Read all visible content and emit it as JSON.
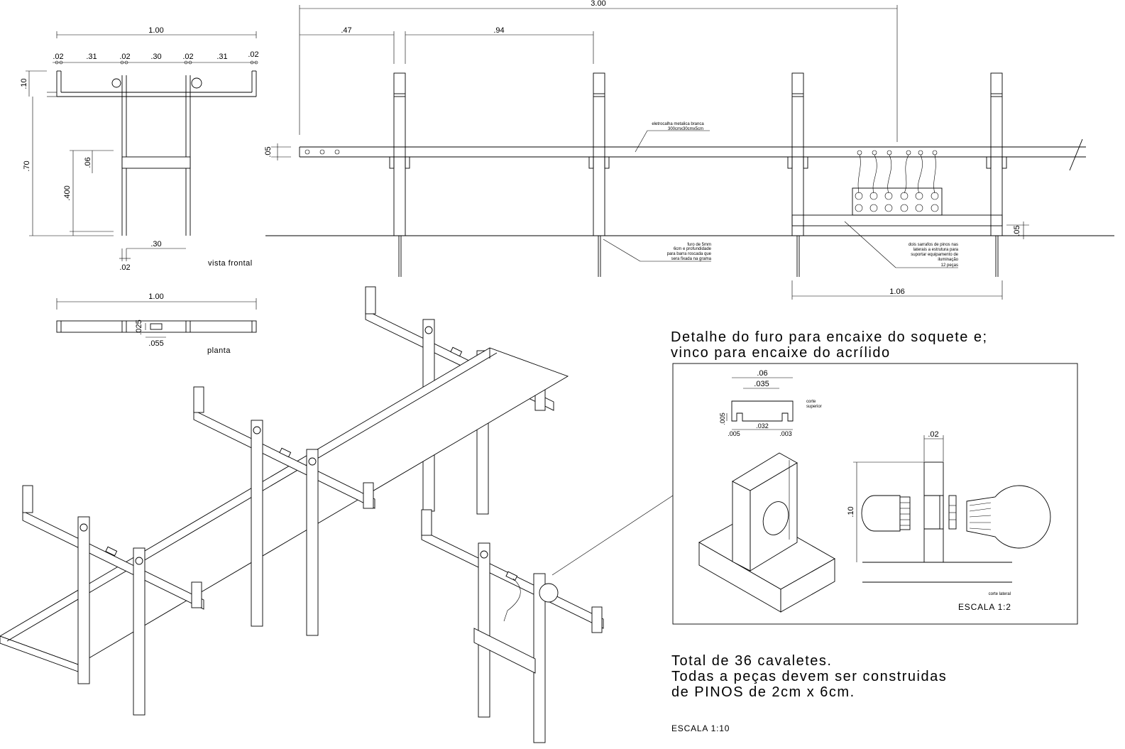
{
  "front_view": {
    "title": "vista frontal",
    "dim_total_width": "1.00",
    "dim_segments": [
      ".02",
      ".31",
      ".02",
      ".30",
      ".02",
      ".31",
      ".02"
    ],
    "dim_top_height": ".10",
    "dim_height": ".70",
    "dim_inner_height": ".400",
    "dim_crossbar": ".06",
    "dim_leg_spacing": ".30",
    "dim_leg_thickness": ".02"
  },
  "plan_view": {
    "title": "planta",
    "dim_width": "1.00",
    "dim_hole_depth": ".025",
    "dim_hole_width": ".055"
  },
  "side_view": {
    "dim_total": "3.00",
    "dim_first_span": ".47",
    "dim_second_span": ".94",
    "dim_tray_height": ".05",
    "dim_base_span": "1.06",
    "dim_shelf_height": ".05",
    "note_tray": [
      "eletrocalha metalica branca",
      "300cmx30cmx5cm"
    ],
    "note_hole": [
      "furo de 5mm",
      "6cm e profundidade",
      "para barra roscada que",
      "sera fixada na grama"
    ],
    "note_shelf": [
      "dois sarrafos de pinos nas",
      "laterais a estrutura para",
      "suportar equipamento de",
      "iluminação",
      "12 peças"
    ]
  },
  "detail": {
    "title_line1": "Detalhe do furo para encaixe do soquete e;",
    "title_line2": "vinco para encaixe do acrílido",
    "dim_width": ".06",
    "dim_inner": ".035",
    "dim_groove_depth": ".005",
    "dim_groove_left": ".005",
    "dim_groove_mid": ".032",
    "dim_groove_right": ".003",
    "label_top_section": [
      "corte",
      "superior"
    ],
    "dim_side_thickness": ".02",
    "dim_side_height": ".10",
    "label_side_section": "corte lateral",
    "scale": "ESCALA 1:2"
  },
  "notes": {
    "line1": "Total de 36 cavaletes.",
    "line2": "Todas a peças devem ser construidas",
    "line3": "de PINOS de 2cm x 6cm."
  },
  "scale_main": "ESCALA 1:10"
}
